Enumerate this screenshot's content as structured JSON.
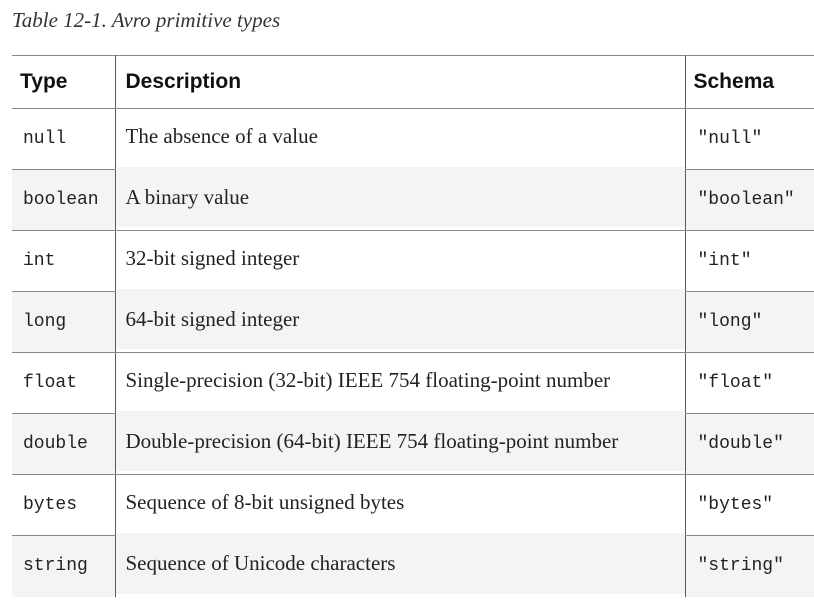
{
  "caption": "Table 12-1. Avro primitive types",
  "headers": {
    "type": "Type",
    "description": "Description",
    "schema": "Schema"
  },
  "rows": [
    {
      "type": "null",
      "description": "The absence of a value",
      "schema": "\"null\""
    },
    {
      "type": "boolean",
      "description": "A binary value",
      "schema": "\"boolean\""
    },
    {
      "type": "int",
      "description": "32-bit signed integer",
      "schema": "\"int\""
    },
    {
      "type": "long",
      "description": "64-bit signed integer",
      "schema": "\"long\""
    },
    {
      "type": "float",
      "description": "Single-precision (32-bit) IEEE 754 floating-point number",
      "schema": "\"float\""
    },
    {
      "type": "double",
      "description": "Double-precision (64-bit) IEEE 754 floating-point number",
      "schema": "\"double\""
    },
    {
      "type": "bytes",
      "description": "Sequence of 8-bit unsigned bytes",
      "schema": "\"bytes\""
    },
    {
      "type": "string",
      "description": "Sequence of Unicode characters",
      "schema": "\"string\""
    }
  ]
}
